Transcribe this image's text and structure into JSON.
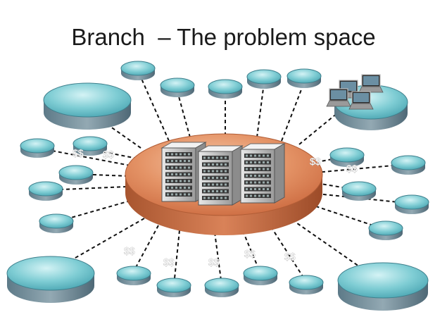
{
  "title": "Branch  – The problem space",
  "hub": {
    "icon": "server-rack-icon",
    "servers": 3
  },
  "branch_workstations": {
    "icon": "laptop-icon",
    "count": 4
  },
  "cost_label": "$$",
  "colors": {
    "hub": "#d9774a",
    "hub_light": "#f4c2a2",
    "node": "#74c7cf",
    "node_light": "#c9eef1",
    "node_side": "#4f6f80",
    "line": "#111111"
  }
}
